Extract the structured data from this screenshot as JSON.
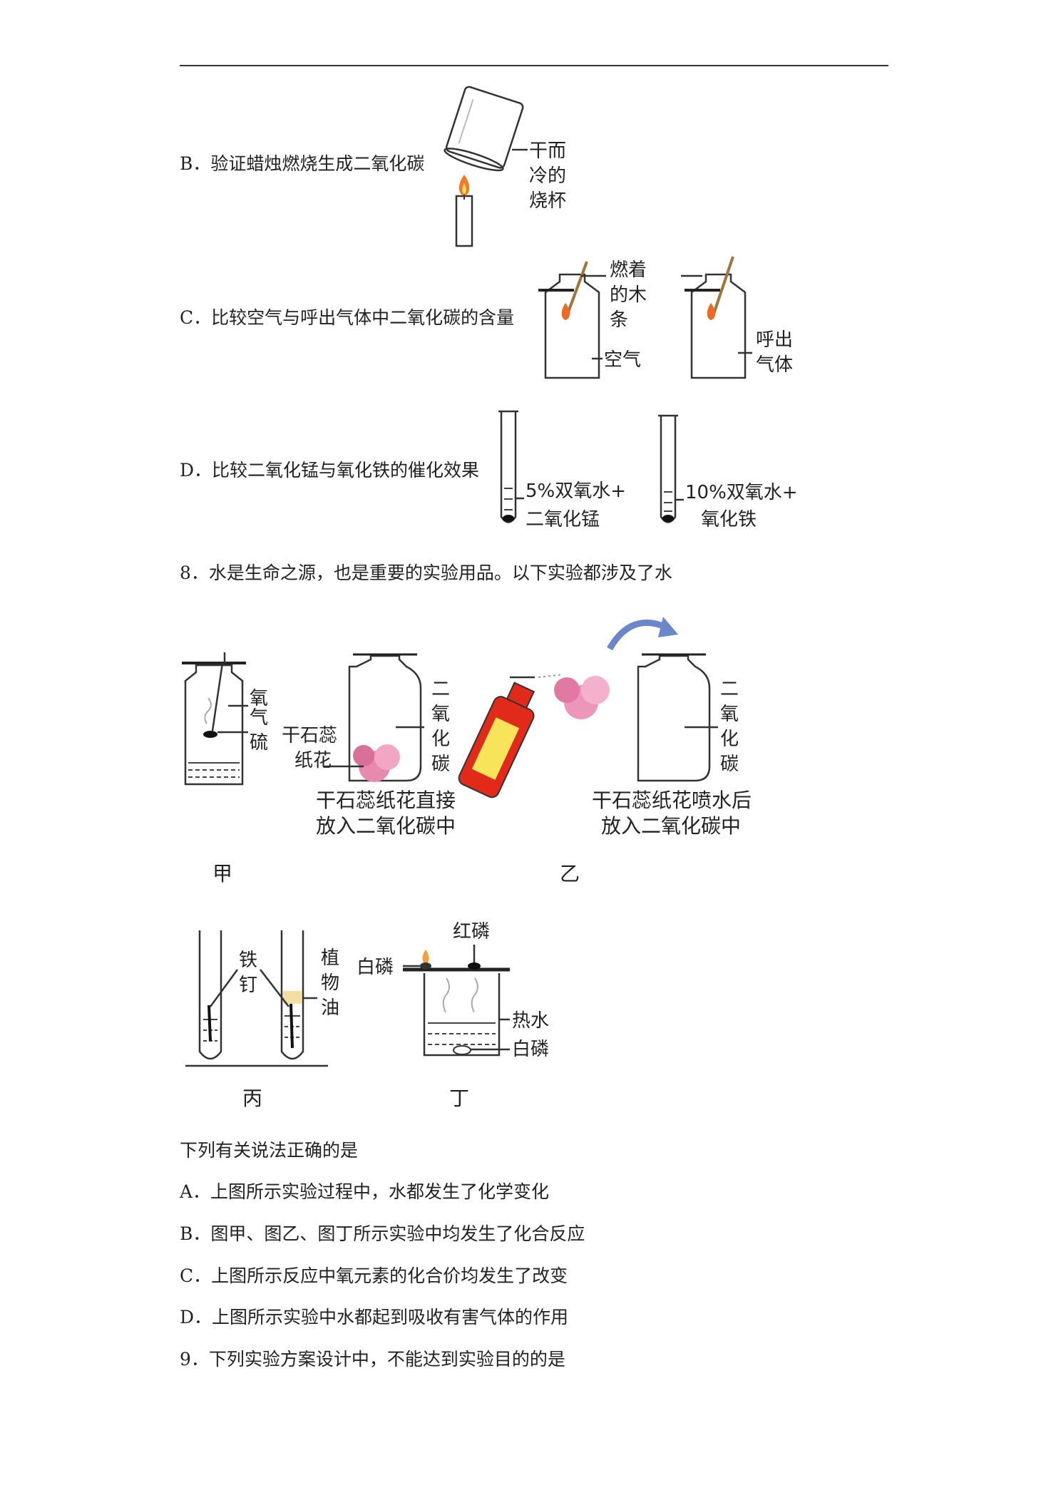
{
  "options_q7": {
    "B": "B．验证蜡烛燃烧生成二氧化碳",
    "C": "C．比较空气与呼出气体中二氧化碳的含量",
    "D": "D．比较二氧化锰与氧化铁的催化效果"
  },
  "fig_b": {
    "label_1": "干而",
    "label_2": "冷的",
    "label_3": "烧杯"
  },
  "fig_c": {
    "splint_1": "燃着",
    "splint_2": "的木",
    "splint_3": "条",
    "air": "空气",
    "breath_1": "呼出",
    "breath_2": "气体"
  },
  "fig_d": {
    "tube1_1": "5%双氧水+",
    "tube1_2": "二氧化锰",
    "tube2_1": "10%双氧水+",
    "tube2_2": "氧化铁"
  },
  "q8": {
    "stem": "8．水是生命之源，也是重要的实验用品。以下实验都涉及了水",
    "prompt": "下列有关说法正确的是",
    "A": "A．上图所示实验过程中，水都发生了化学变化",
    "B": "B．图甲、图乙、图丁所示实验中均发生了化合反应",
    "C": "C．上图所示反应中氧元素的化合价均发生了改变",
    "D": "D．上图所示实验中水都起到吸收有害气体的作用"
  },
  "fig_jia": {
    "oxygen_1": "氧",
    "oxygen_2": "气",
    "sulfur": "硫",
    "caption": "甲"
  },
  "fig_yi": {
    "flower_1": "干石蕊",
    "flower_2": "纸花",
    "co2_1": "二",
    "co2_2": "氧",
    "co2_3": "化",
    "co2_4": "碳",
    "desc1_1": "干石蕊纸花直接",
    "desc1_2": "放入二氧化碳中",
    "desc2_1": "干石蕊纸花喷水后",
    "desc2_2": "放入二氧化碳中",
    "caption": "乙"
  },
  "fig_bing": {
    "nail_1": "铁",
    "nail_2": "钉",
    "oil_1": "植",
    "oil_2": "物",
    "oil_3": "油",
    "caption": "丙"
  },
  "fig_ding": {
    "red_p": "红磷",
    "white_p_top": "白磷",
    "hot_water": "热水",
    "white_p_bottom": "白磷",
    "caption": "丁"
  },
  "q9": {
    "stem": "9．下列实验方案设计中，不能达到实验目的的是"
  }
}
